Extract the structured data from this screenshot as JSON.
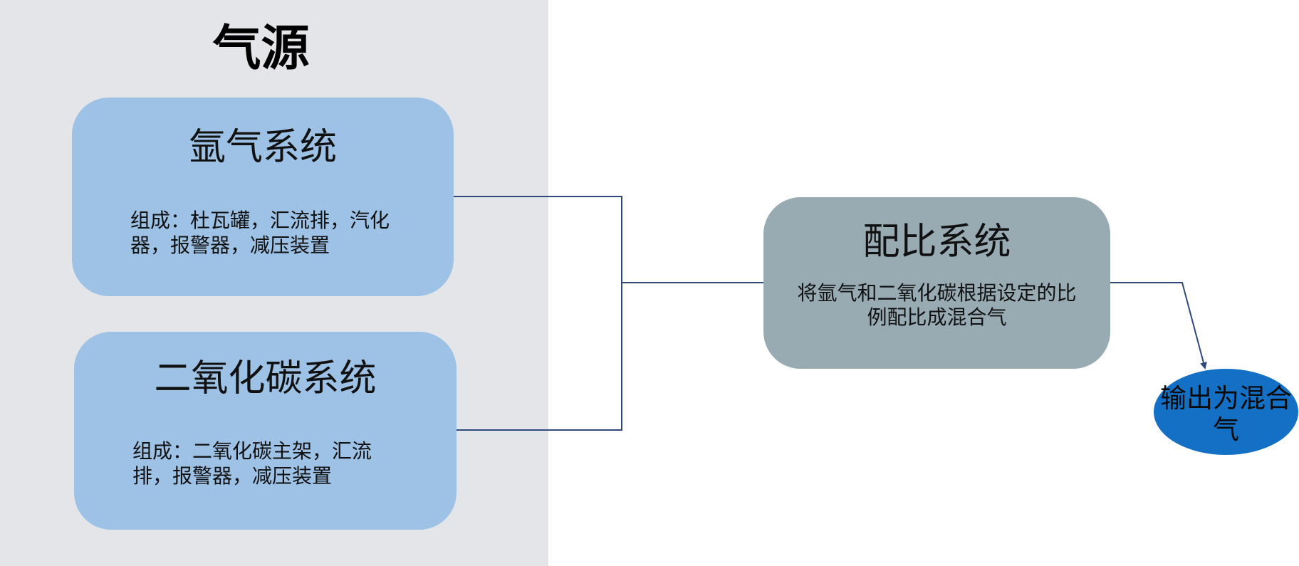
{
  "source_panel": {
    "title": "气源"
  },
  "argon_system": {
    "title": "氩气系统",
    "description": "组成：杜瓦罐，汇流排，汽化器，报警器，减压装置"
  },
  "co2_system": {
    "title": "二氧化碳系统",
    "description": "组成：二氧化碳主架，汇流排，报警器，减压装置"
  },
  "ratio_system": {
    "title": "配比系统",
    "description": "将氩气和二氧化碳根据设定的比例配比成混合气"
  },
  "output": {
    "label": "输出为混合气"
  },
  "colors": {
    "panel_bg": "#e4e5e9",
    "gas_box": "#9dc2e6",
    "ratio_box": "#98abb3",
    "output_fill": "#1470c4",
    "connector": "#2f4a7a"
  }
}
